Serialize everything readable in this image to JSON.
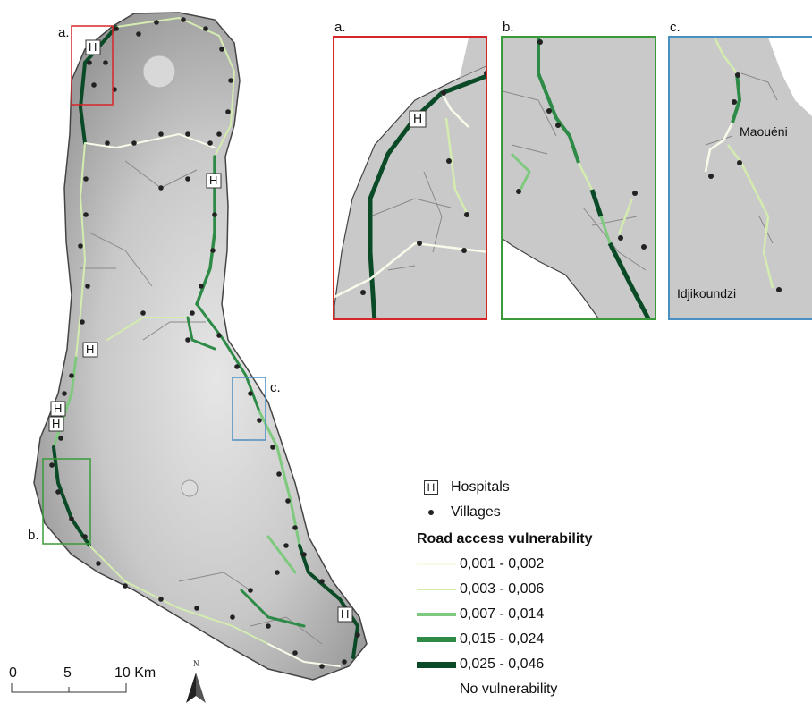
{
  "inset_labels": {
    "a": "a.",
    "b": "b.",
    "c": "c."
  },
  "main_markers": {
    "a": "a.",
    "b": "b.",
    "c": "c."
  },
  "hospital_symbol": "H",
  "place_names": {
    "maoueni": "Maouéni",
    "idjikoundzi": "Idjikoundzi"
  },
  "legend": {
    "hospitals": "Hospitals",
    "villages": "Villages",
    "title": "Road access vulnerability",
    "classes": [
      {
        "label": "0,001 - 0,002",
        "color": "#f7fcea"
      },
      {
        "label": "0,003 - 0,006",
        "color": "#d4ecb0"
      },
      {
        "label": "0,007 - 0,014",
        "color": "#7fc97f"
      },
      {
        "label": "0,015 - 0,024",
        "color": "#2e8b47"
      },
      {
        "label": "0,025 - 0,046",
        "color": "#0a4a26"
      }
    ],
    "no_vulnerability": "No vulnerability",
    "no_vulnerability_color": "#888888"
  },
  "scale_bar": {
    "tick_0": "0",
    "tick_5": "5",
    "tick_10": "10 Km"
  },
  "north_arrow": {
    "label": "N"
  },
  "inset_frame_colors": {
    "a": "#d62728",
    "b": "#3a9a3a",
    "c": "#4a8fc2"
  }
}
